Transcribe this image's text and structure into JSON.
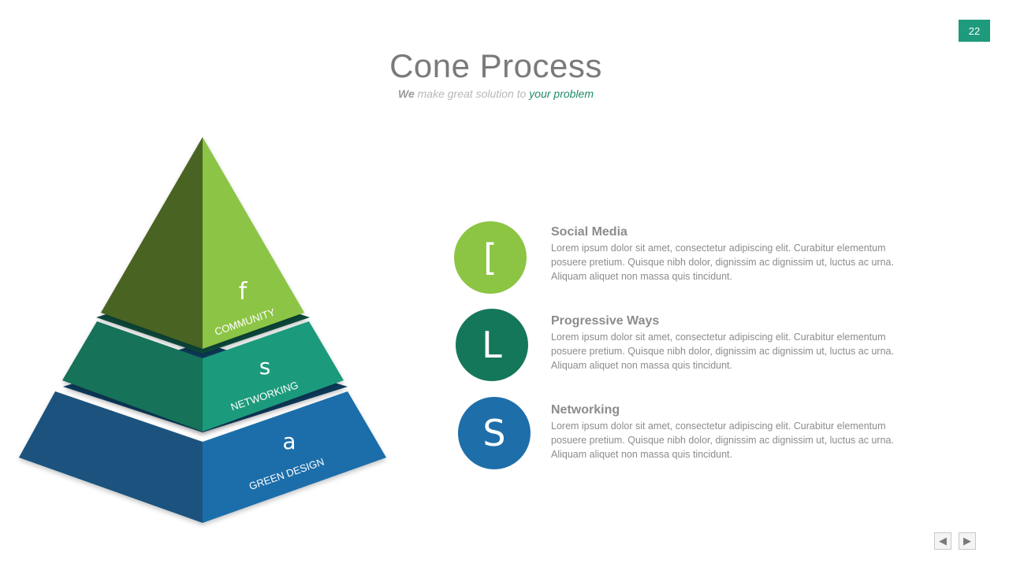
{
  "slide": {
    "number": "22",
    "title": "Cone Process",
    "subtitle": {
      "we": "We",
      "middle": " make great solution to ",
      "accent": "your problem"
    }
  },
  "pyramid": {
    "levels": [
      {
        "icon_char": "f",
        "icon": "facebook-icon",
        "label": "COMMUNITY",
        "color_dark": "#4a6424",
        "color_light": "#8cc444"
      },
      {
        "icon_char": "s",
        "icon": "skype-icon",
        "label": "NETWORKING",
        "color_dark": "#187258",
        "color_light": "#1e9a7c"
      },
      {
        "icon_char": "a",
        "icon": "amazon-icon",
        "label": "GREEN DESIGN",
        "color_dark": "#1a527e",
        "color_light": "#1e6eaa"
      }
    ]
  },
  "items": [
    {
      "icon_char": "[",
      "icon": "bracket-icon",
      "color": "#8cc444",
      "title": "Social Media",
      "lines": [
        "Lorem ipsum dolor sit amet, consectetur adipiscing elit. Curabitur elementum",
        "posuere pretium. Quisque nibh dolor, dignissim ac dignissim ut, luctus ac urna.",
        "Aliquam aliquet non massa quis tincidunt."
      ]
    },
    {
      "icon_char": "L",
      "icon": "l-letter-icon",
      "color": "#15775a",
      "title": "Progressive Ways",
      "lines": [
        "Lorem ipsum dolor sit amet, consectetur adipiscing elit. Curabitur elementum",
        "posuere pretium. Quisque nibh dolor, dignissim ac dignissim ut, luctus ac urna.",
        "Aliquam aliquet non massa quis tincidunt."
      ]
    },
    {
      "icon_char": "S",
      "icon": "s-letter-icon",
      "color": "#1e6eaa",
      "title": "Networking",
      "lines": [
        "Lorem ipsum dolor sit amet, consectetur adipiscing elit. Curabitur elementum",
        "posuere pretium. Quisque nibh dolor, dignissim ac dignissim ut, luctus ac urna.",
        "Aliquam aliquet non massa quis tincidunt."
      ]
    }
  ],
  "nav": {
    "prev_icon": "triangle-left-icon",
    "next_icon": "triangle-right-icon",
    "prev_glyph": "◀",
    "next_glyph": "▶"
  }
}
